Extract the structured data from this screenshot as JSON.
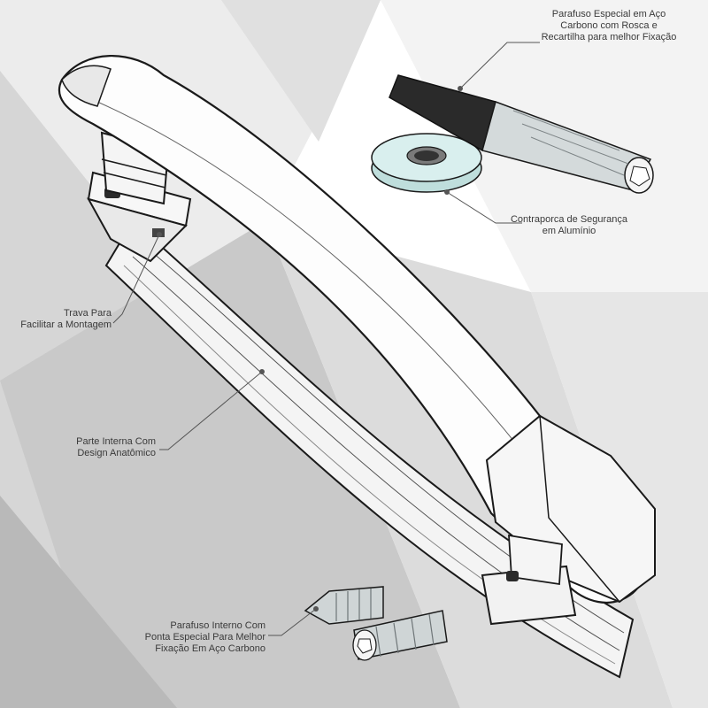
{
  "callouts": {
    "parafuso_especial": {
      "lines": [
        "Parafuso Especial em Aço",
        "Carbono com Rosca e",
        "Recartilha para melhor Fixação"
      ]
    },
    "contraporca": {
      "lines": [
        "Contraporca de Segurança",
        "em Alumínio"
      ]
    },
    "trava": {
      "lines": [
        "Trava Para",
        "Facilitar a Montagem"
      ]
    },
    "parte_interna": {
      "lines": [
        "Parte Interna Com",
        "Design Anatômico"
      ]
    },
    "parafuso_interno": {
      "lines": [
        "Parafuso Interno Com",
        "Ponta Especial Para Melhor",
        "Fixação Em Aço Carbono"
      ]
    }
  },
  "colors": {
    "leader_line": "#555555",
    "part_fill": "#ffffff",
    "part_outline": "#1a1a1a",
    "washer_fill": "#d9efee",
    "screw_dark": "#2a2a2a",
    "screw_light": "#cfd5d6"
  }
}
